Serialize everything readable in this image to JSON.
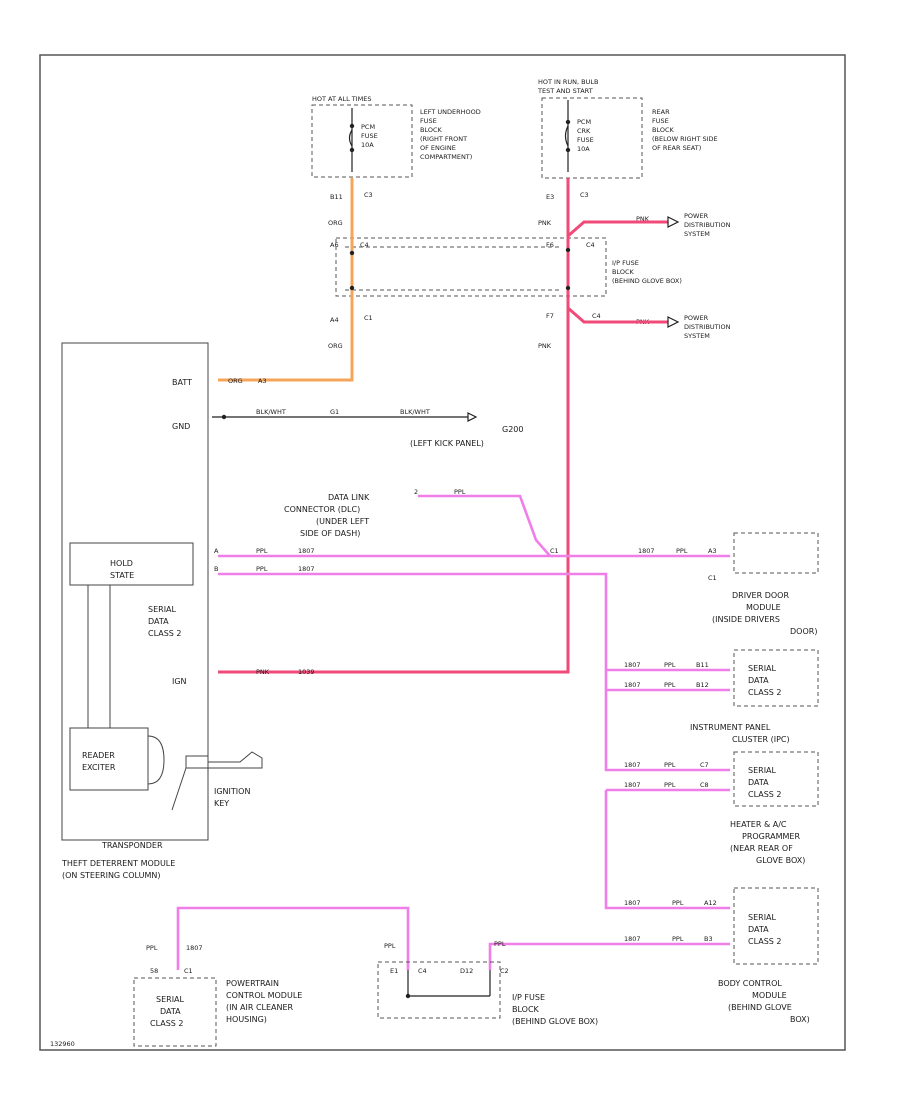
{
  "fuse_left": {
    "header": "HOT AT ALL TIMES",
    "fuse_lines": [
      "PCM",
      "FUSE",
      "10A"
    ],
    "location_lines": [
      "LEFT UNDERHOOD",
      "FUSE",
      "BLOCK",
      "(RIGHT FRONT",
      "OF ENGINE",
      "COMPARTMENT)"
    ],
    "term_top": "B11",
    "conn_top": "C3",
    "wire_top": "ORG",
    "term_mid": "A6",
    "conn_mid": "C4",
    "term_low": "A4",
    "conn_low": "C1",
    "wire_low": "ORG"
  },
  "fuse_right": {
    "header_lines": [
      "HOT IN RUN, BULB",
      "TEST AND START"
    ],
    "fuse_lines": [
      "PCM",
      "CRK",
      "FUSE",
      "10A"
    ],
    "location_lines": [
      "REAR",
      "FUSE",
      "BLOCK",
      "(BELOW RIGHT SIDE",
      "OF REAR SEAT)"
    ],
    "term_top": "E3",
    "conn_top": "C3",
    "wire_top": "PNK",
    "term_mid": "F6",
    "conn_mid": "C4",
    "wire_pd1": "PNK",
    "pd1_lines": [
      "POWER",
      "DISTRIBUTION",
      "SYSTEM"
    ],
    "ip_block_lines": [
      "I/P FUSE",
      "BLOCK",
      "(BEHIND GLOVE BOX)"
    ],
    "term_low": "F7",
    "conn_low": "C4",
    "wire_pd2": "PNK",
    "pd2_lines": [
      "POWER",
      "DISTRIBUTION",
      "SYSTEM"
    ],
    "wire_low": "PNK"
  },
  "theft_module": {
    "pin_batt": "BATT",
    "wire_batt": "ORG",
    "pin_batt_no": "A3",
    "pin_gnd": "GND",
    "wire_gnd": "BLK/WHT",
    "splice_gnd": "G1",
    "ground_lines": [
      "G200",
      "(LEFT KICK PANEL)"
    ],
    "wire_gnd2": "BLK/WHT",
    "hold_state_lines": [
      "HOLD",
      "STATE"
    ],
    "serial_lines": [
      "SERIAL",
      "DATA",
      "CLASS 2"
    ],
    "pin_ign": "IGN",
    "wire_ign": "PNK",
    "wire_ign_no": "1039",
    "reader_lines": [
      "READER",
      "EXCITER"
    ],
    "key_lines": [
      "IGNITION",
      "KEY"
    ],
    "transponder": "TRANSPONDER",
    "module_lines": [
      "THEFT DETERRENT MODULE",
      "(ON STEERING COLUMN)"
    ]
  },
  "dlc": {
    "lines": [
      "DATA LINK",
      "CONNECTOR (DLC)",
      "(UNDER LEFT",
      "SIDE OF DASH)"
    ],
    "pin": "2",
    "wire": "PPL",
    "conn": "C1"
  },
  "serial_bus": {
    "pin_a": "A",
    "pin_b": "B",
    "wire": "PPL",
    "wire_no": "1807"
  },
  "driver_door": {
    "wire_no": "1807",
    "wire": "PPL",
    "pin": "A3",
    "conn": "C1",
    "lines": [
      "DRIVER DOOR",
      "MODULE",
      "(INSIDE DRIVERS",
      "DOOR)"
    ]
  },
  "module_pin_row": [
    "SERIAL",
    "DATA",
    "CLASS 2"
  ],
  "ip_cluster": {
    "wire_no": "1807",
    "wire": "PPL",
    "pin1": "B11",
    "pin2": "B12",
    "lines": [
      "INSTRUMENT PANEL",
      "CLUSTER (IPC)"
    ]
  },
  "hvac": {
    "wire_no": "1807",
    "wire": "PPL",
    "pin1": "C7",
    "pin2": "C8",
    "lines": [
      "HEATER & A/C",
      "PROGRAMMER",
      "(NEAR REAR OF",
      "GLOVE BOX)"
    ]
  },
  "bcm": {
    "wire_no": "1807",
    "wire": "PPL",
    "pin1": "A12",
    "pin2": "B3",
    "lines": [
      "BODY CONTROL",
      "MODULE",
      "(BEHIND GLOVE",
      "BOX)"
    ]
  },
  "pcm": {
    "wire": "PPL",
    "wire_no": "1807",
    "pin": "58",
    "conn": "C1",
    "lines": [
      "POWERTRAIN",
      "CONTROL MODULE",
      "(IN AIR CLEANER",
      "HOUSING)"
    ]
  },
  "ip_block_bottom": {
    "wire": "PPL",
    "term1": "E1",
    "conn1": "C4",
    "term2": "D12",
    "conn2": "C2",
    "wire2": "PPL",
    "lines": [
      "I/P FUSE",
      "BLOCK",
      "(BEHIND GLOVE BOX)"
    ]
  },
  "footer_code": "132960"
}
